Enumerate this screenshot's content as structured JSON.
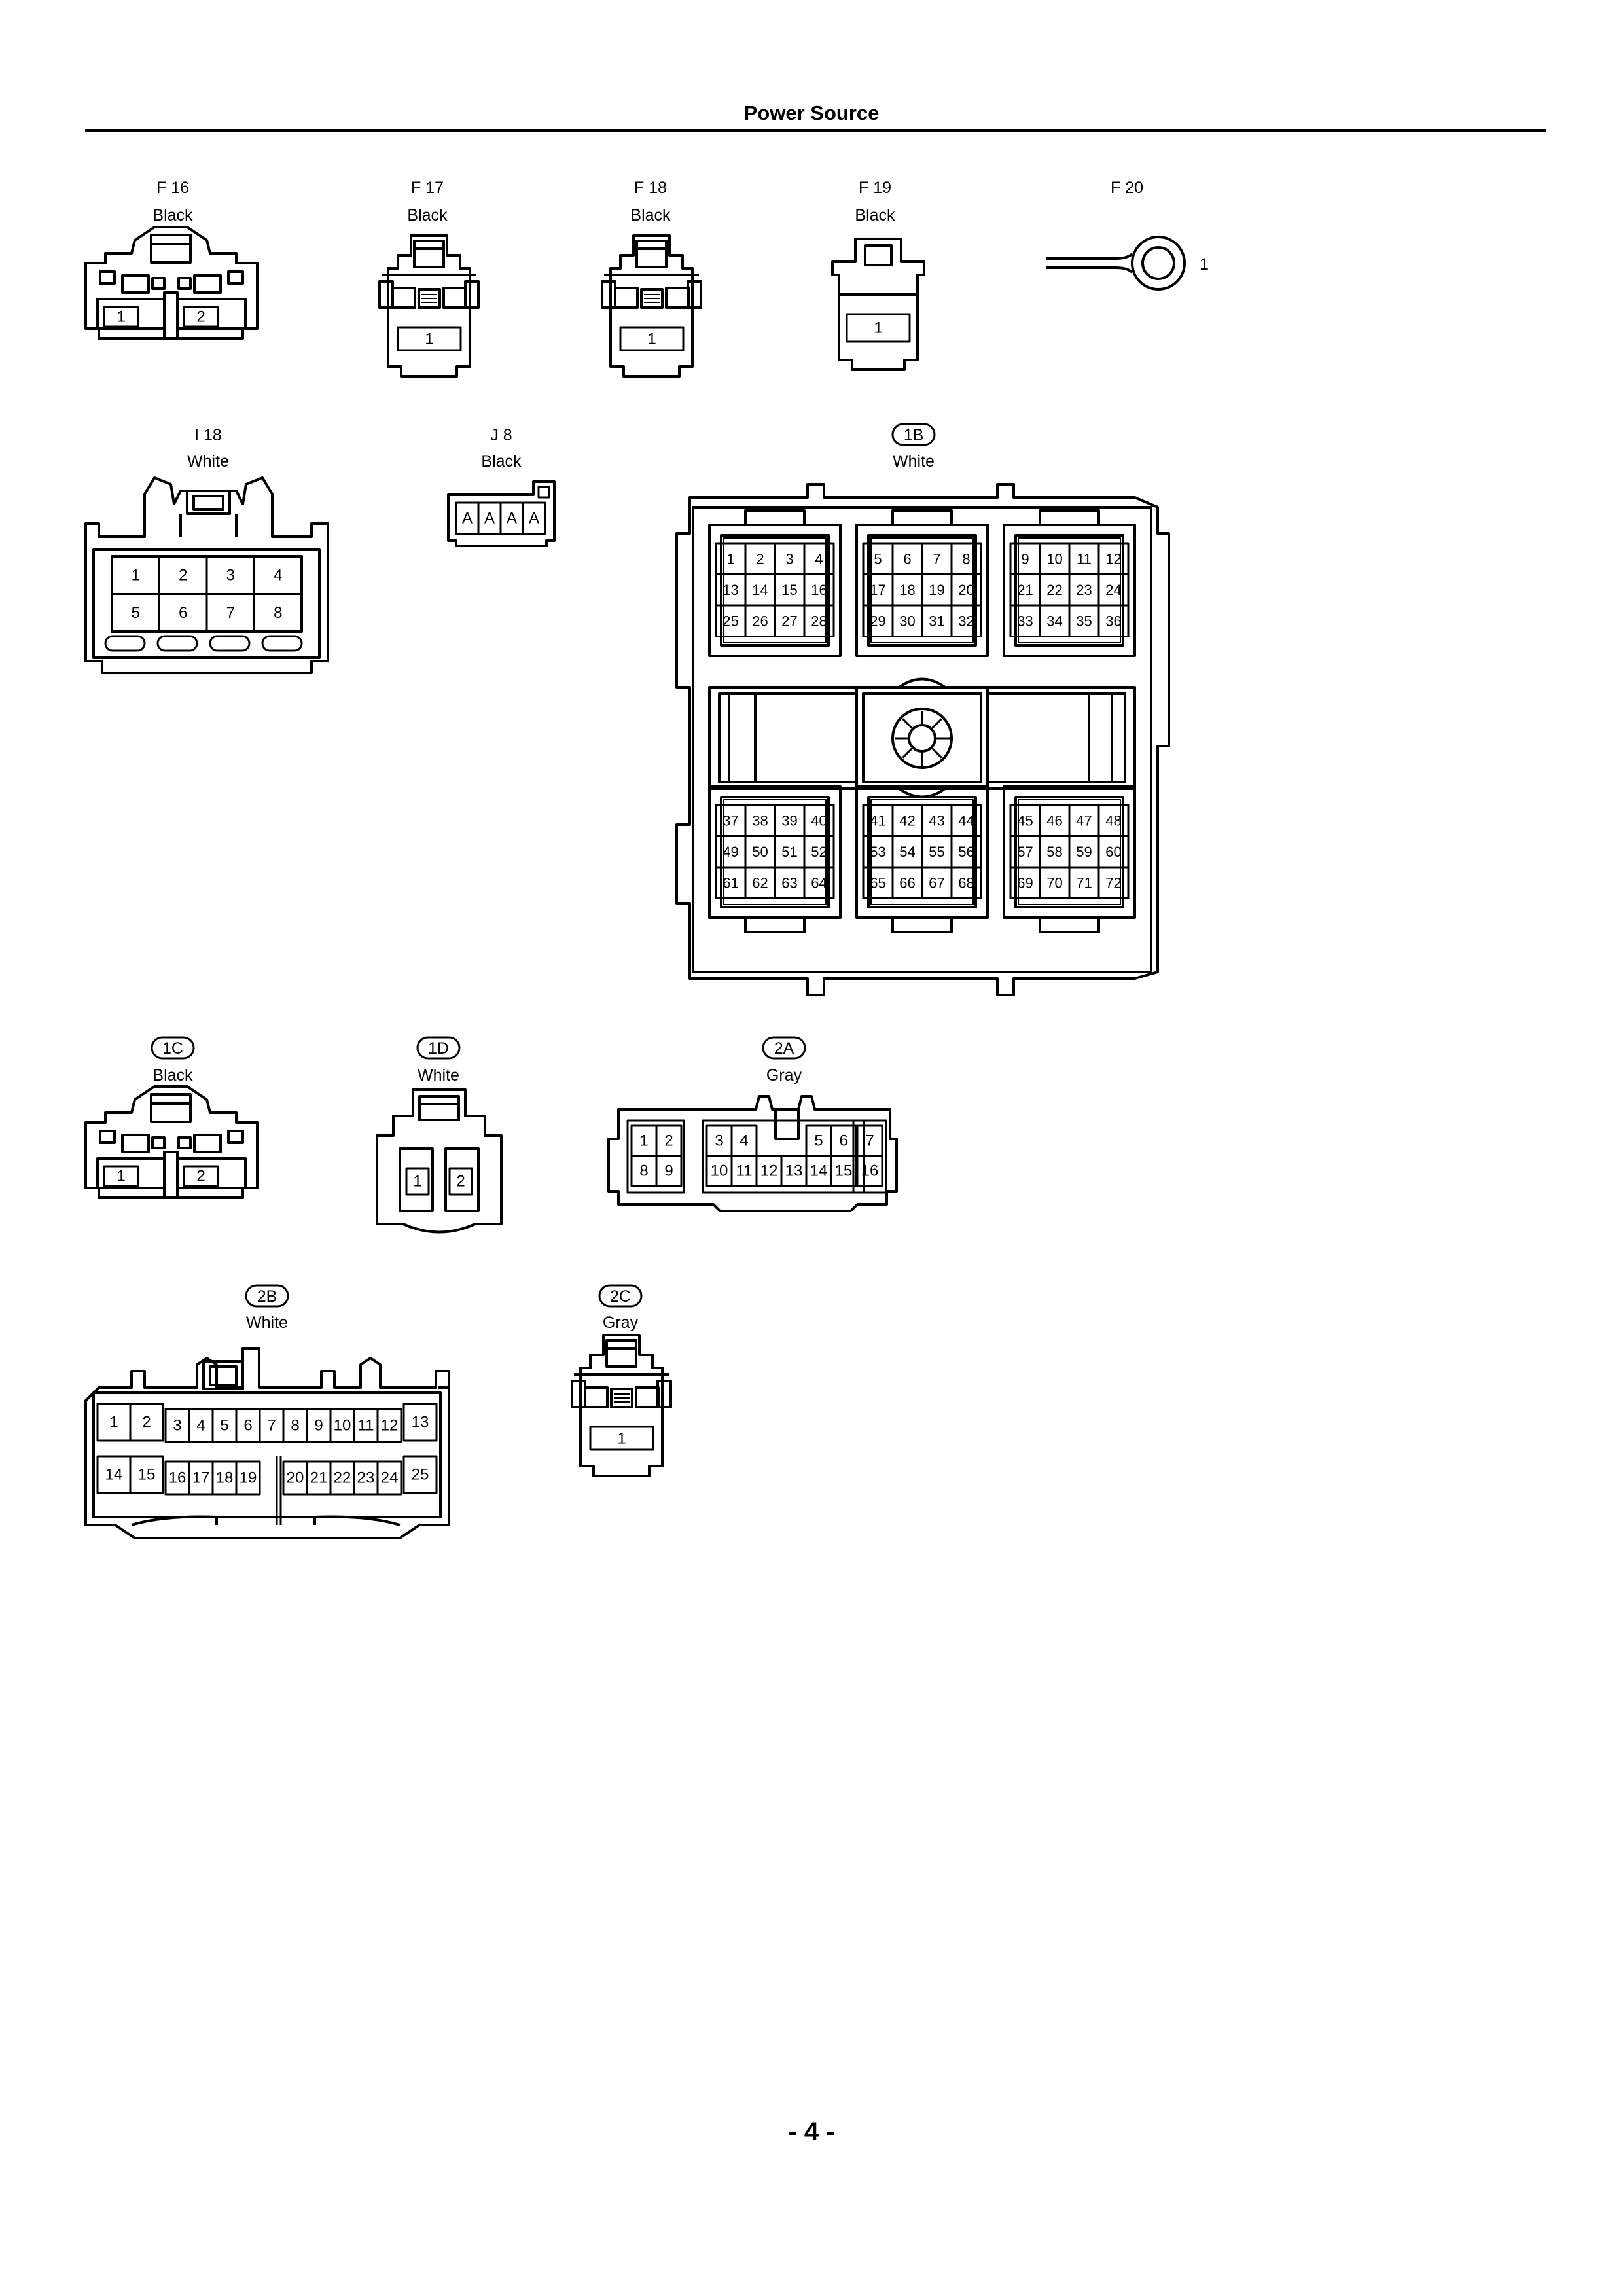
{
  "page": {
    "title": "Power Source",
    "page_number": "- 4 -"
  },
  "connectors": {
    "F16": {
      "code": "F 16",
      "color": "Black",
      "pins": [
        "1",
        "2"
      ]
    },
    "F17": {
      "code": "F 17",
      "color": "Black",
      "pins": [
        "1"
      ]
    },
    "F18": {
      "code": "F 18",
      "color": "Black",
      "pins": [
        "1"
      ]
    },
    "F19": {
      "code": "F 19",
      "color": "Black",
      "pins": [
        "1"
      ]
    },
    "F20": {
      "code": "F 20",
      "pins": [
        "1"
      ]
    },
    "I18": {
      "code": "I 18",
      "color": "White",
      "pins": [
        "1",
        "2",
        "3",
        "4",
        "5",
        "6",
        "7",
        "8"
      ]
    },
    "J8": {
      "code": "J 8",
      "color": "Black",
      "pins": [
        "A",
        "A",
        "A",
        "A"
      ]
    },
    "B1": {
      "code": "1B",
      "color": "White",
      "pins": [
        "1",
        "2",
        "3",
        "4",
        "5",
        "6",
        "7",
        "8",
        "9",
        "10",
        "11",
        "12",
        "13",
        "14",
        "15",
        "16",
        "17",
        "18",
        "19",
        "20",
        "21",
        "22",
        "23",
        "24",
        "25",
        "26",
        "27",
        "28",
        "29",
        "30",
        "31",
        "32",
        "33",
        "34",
        "35",
        "36",
        "37",
        "38",
        "39",
        "40",
        "41",
        "42",
        "43",
        "44",
        "45",
        "46",
        "47",
        "48",
        "49",
        "50",
        "51",
        "52",
        "53",
        "54",
        "55",
        "56",
        "57",
        "58",
        "59",
        "60",
        "61",
        "62",
        "63",
        "64",
        "65",
        "66",
        "67",
        "68",
        "69",
        "70",
        "71",
        "72"
      ]
    },
    "C1": {
      "code": "1C",
      "color": "Black",
      "pins": [
        "1",
        "2"
      ]
    },
    "D1": {
      "code": "1D",
      "color": "White",
      "pins": [
        "1",
        "2"
      ]
    },
    "A2": {
      "code": "2A",
      "color": "Gray",
      "pins": [
        "1",
        "2",
        "3",
        "4",
        "5",
        "6",
        "7",
        "8",
        "9",
        "10",
        "11",
        "12",
        "13",
        "14",
        "15",
        "16"
      ]
    },
    "B2": {
      "code": "2B",
      "color": "White",
      "pins": [
        "1",
        "2",
        "3",
        "4",
        "5",
        "6",
        "7",
        "8",
        "9",
        "10",
        "11",
        "12",
        "13",
        "14",
        "15",
        "16",
        "17",
        "18",
        "19",
        "20",
        "21",
        "22",
        "23",
        "24",
        "25"
      ]
    },
    "C2": {
      "code": "2C",
      "color": "Gray",
      "pins": [
        "1"
      ]
    }
  }
}
